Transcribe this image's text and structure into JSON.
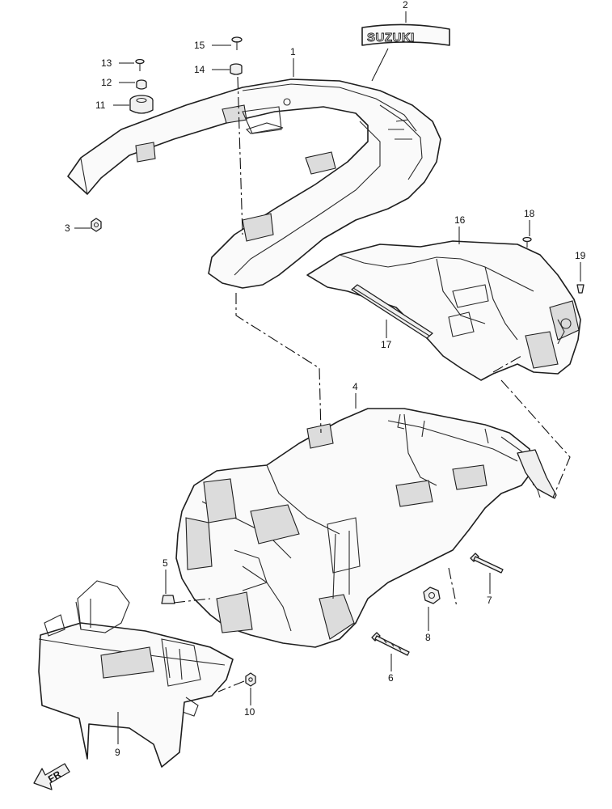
{
  "diagram": {
    "emblem_text": "SUZUKI",
    "callouts": [
      {
        "id": "c1",
        "number": "1",
        "part": "seat-tail-cover"
      },
      {
        "id": "c2",
        "number": "2",
        "part": "suzuki-emblem"
      },
      {
        "id": "c3",
        "number": "3",
        "part": "nut"
      },
      {
        "id": "c4",
        "number": "4",
        "part": "rear-fender-inner"
      },
      {
        "id": "c5",
        "number": "5",
        "part": "clip"
      },
      {
        "id": "c6",
        "number": "6",
        "part": "bolt-long"
      },
      {
        "id": "c7",
        "number": "7",
        "part": "bolt"
      },
      {
        "id": "c8",
        "number": "8",
        "part": "nut"
      },
      {
        "id": "c9",
        "number": "9",
        "part": "under-tray"
      },
      {
        "id": "c10",
        "number": "10",
        "part": "nut"
      },
      {
        "id": "c11",
        "number": "11",
        "part": "cushion"
      },
      {
        "id": "c12",
        "number": "12",
        "part": "collar"
      },
      {
        "id": "c13",
        "number": "13",
        "part": "screw"
      },
      {
        "id": "c14",
        "number": "14",
        "part": "cushion"
      },
      {
        "id": "c15",
        "number": "15",
        "part": "screw"
      },
      {
        "id": "c16",
        "number": "16",
        "part": "rear-fender-cover"
      },
      {
        "id": "c17",
        "number": "17",
        "part": "seal-strip"
      },
      {
        "id": "c18",
        "number": "18",
        "part": "screw"
      },
      {
        "id": "c19",
        "number": "19",
        "part": "clip"
      }
    ],
    "front_arrow_label": "FR"
  },
  "colors": {
    "line": "#1e1e1e",
    "background": "#ffffff",
    "shade": "#dcdcdc"
  }
}
